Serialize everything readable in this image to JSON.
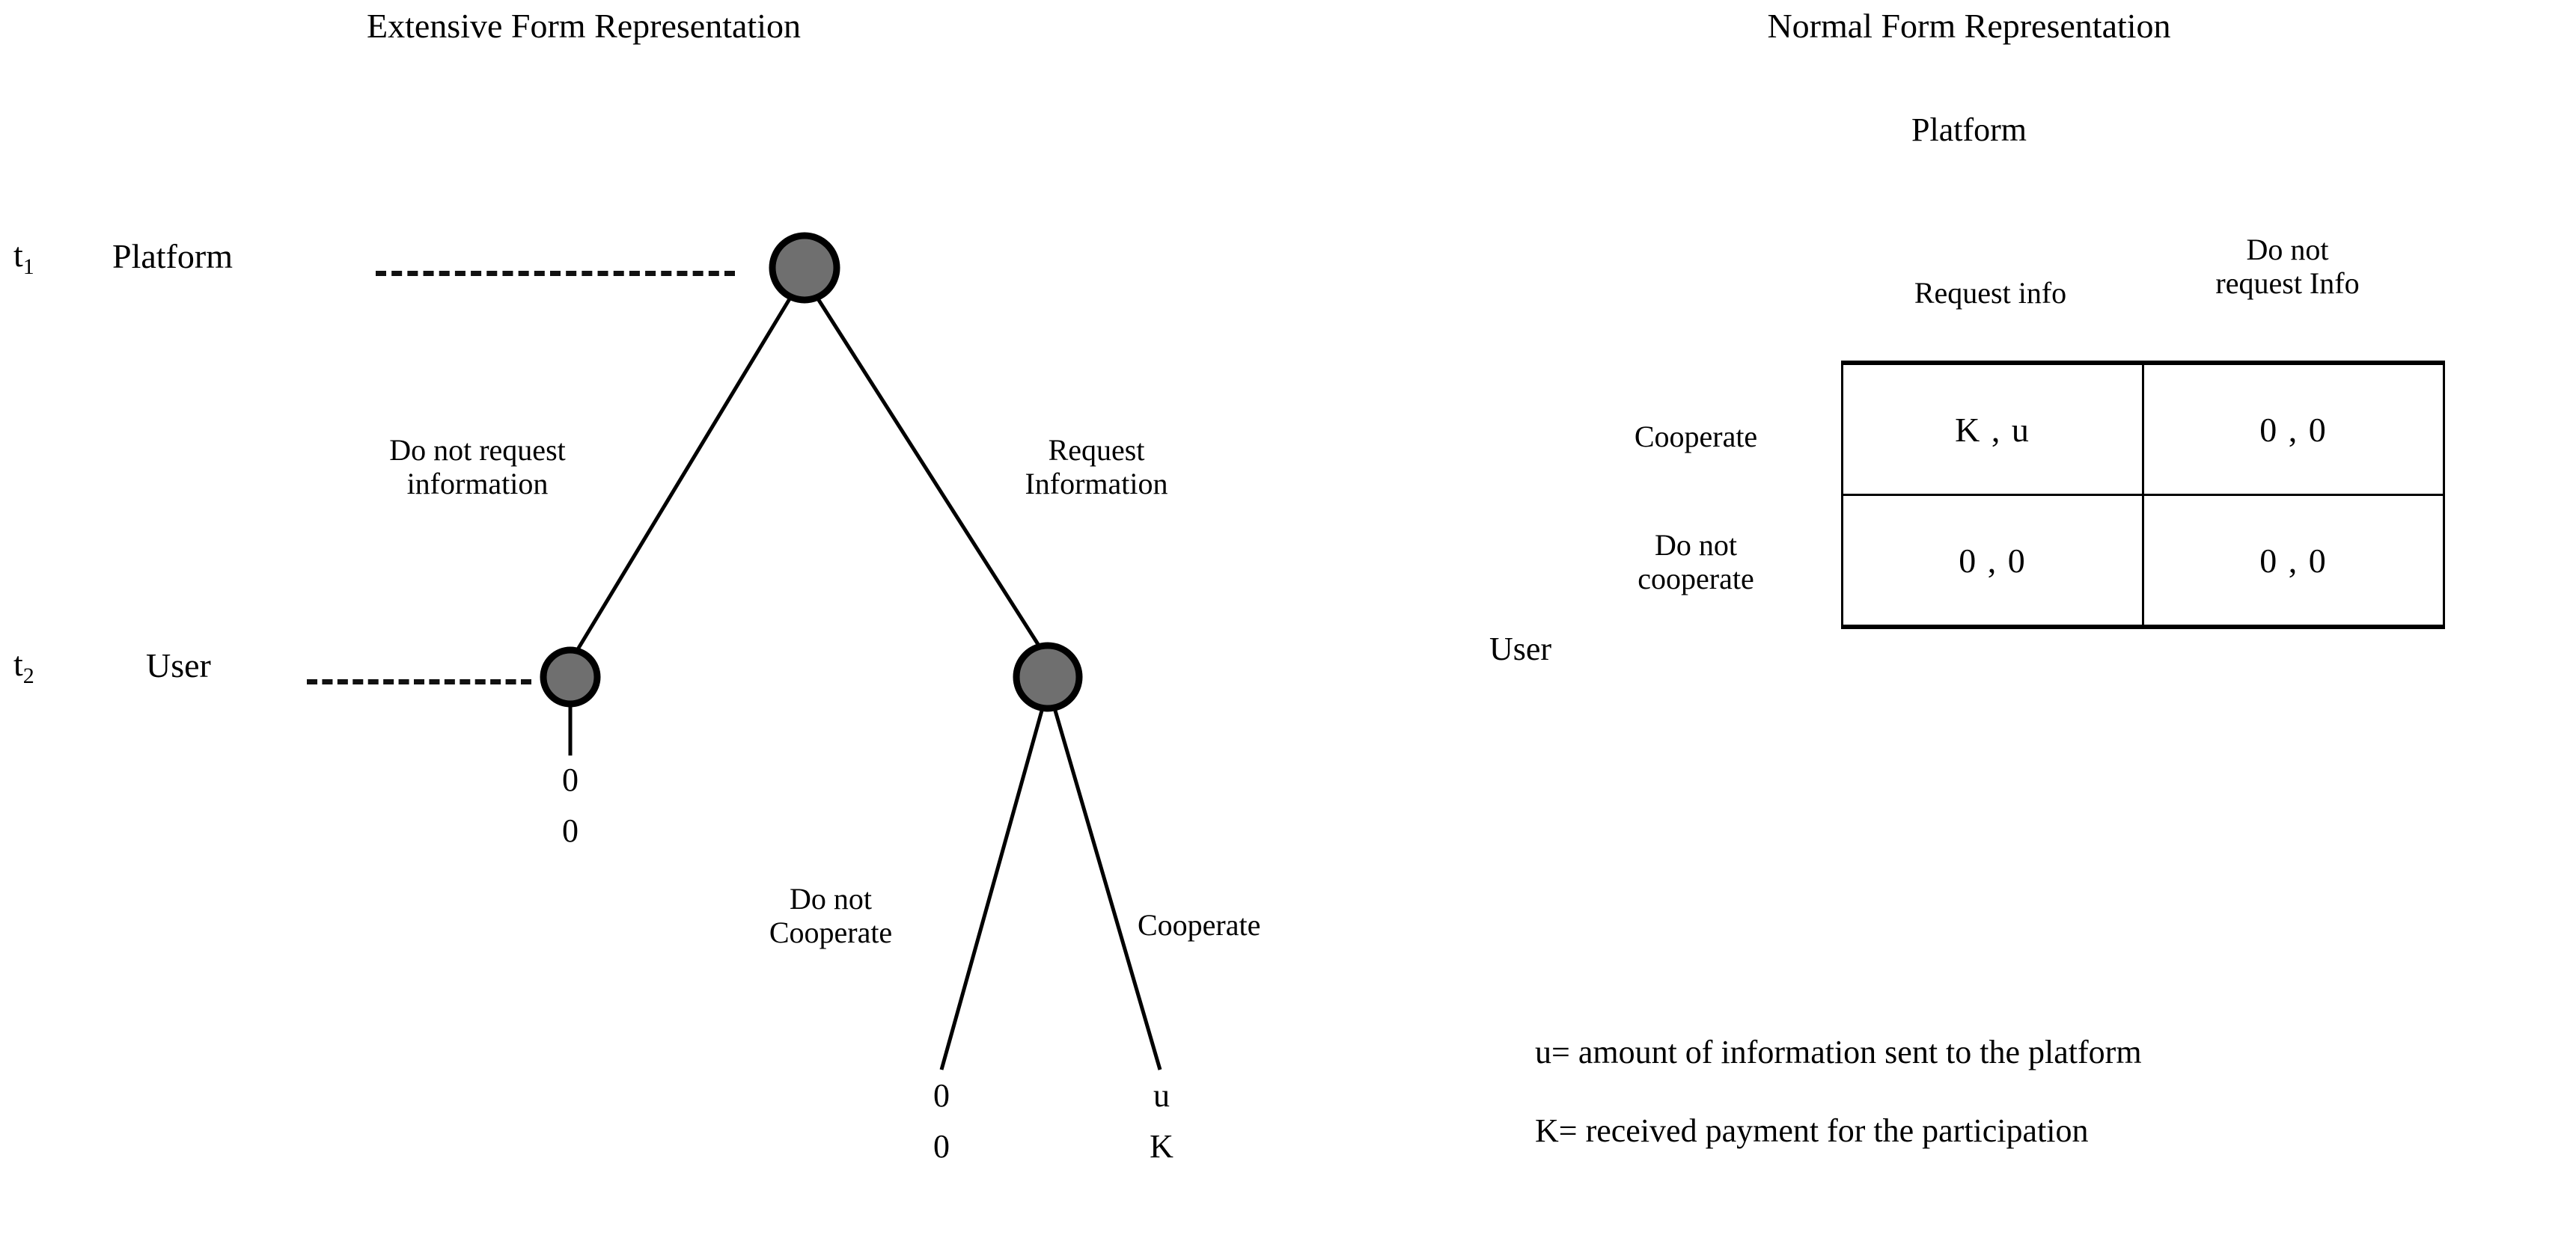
{
  "extensive_form": {
    "title": "Extensive Form Representation",
    "stages": [
      {
        "tag": "t",
        "tag_sub": "1",
        "player": "Platform"
      },
      {
        "tag": "t",
        "tag_sub": "2",
        "player": "User"
      }
    ],
    "edge_labels": {
      "left_branch_line1": "Do not request",
      "left_branch_line2": "information",
      "right_branch_line1": "Request",
      "right_branch_line2": "Information",
      "lower_left_line1": "Do not",
      "lower_left_line2": "Cooperate",
      "lower_right_line1": "Cooperate"
    },
    "payoffs": {
      "left_terminal_top": "0",
      "left_terminal_bottom": "0",
      "mid_terminal_top": "0",
      "mid_terminal_bottom": "0",
      "right_terminal_top": "u",
      "right_terminal_bottom": "K"
    },
    "node_fill": "#6f6f6f",
    "node_stroke": "#000000"
  },
  "normal_form": {
    "title": "Normal Form Representation",
    "column_player": "Platform",
    "row_player": "User",
    "column_headers": [
      {
        "line1": "Request info",
        "line2": ""
      },
      {
        "line1": "Do not",
        "line2": "request Info"
      }
    ],
    "row_headers": [
      {
        "line1": "Cooperate",
        "line2": ""
      },
      {
        "line1": "Do not",
        "line2": "cooperate"
      }
    ],
    "cells": [
      [
        "K , u",
        "0 , 0"
      ],
      [
        "0 , 0",
        "0 , 0"
      ]
    ],
    "legend": [
      "u= amount of information sent to the platform",
      "K= received payment for the participation"
    ]
  }
}
